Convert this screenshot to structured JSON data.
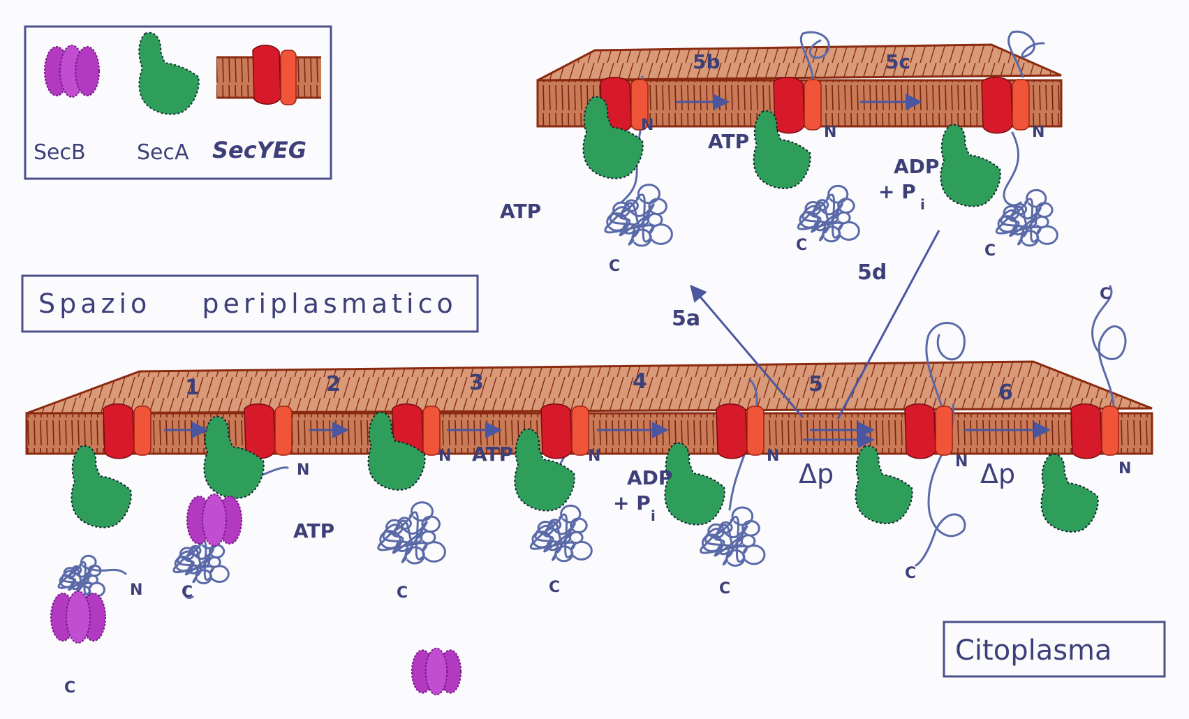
{
  "legend": {
    "secb_label": "SecB",
    "seca_label": "SecA",
    "secyeg_label": "SecYEG"
  },
  "regions": {
    "periplasm_label": "Spazio periplasmatico",
    "cytoplasm_label": "Citoplasma"
  },
  "lower_steps": [
    "1",
    "2",
    "3",
    "4",
    "5",
    "6"
  ],
  "upper_steps": [
    "5b",
    "5c"
  ],
  "pathway_labels": {
    "step_5a": "5a",
    "step_5d": "5d"
  },
  "energy_labels": {
    "atp": "ATP",
    "adp": "ADP",
    "pi": "+ P",
    "pi_sub": "i",
    "proton_motive": "Δp"
  },
  "termini": {
    "n": "N",
    "c": "C"
  },
  "colors": {
    "membrane": "#8a2a10",
    "membrane_fill": "#c06a46",
    "membrane_face": "#d68a66",
    "secyeg_red": "#d61a2a",
    "secyeg_light": "#f0553a",
    "seca_green": "#2f9e5a",
    "secb_magenta": "#b23ac0",
    "chain_blue": "#5a6aa8",
    "ink": "#3d3f78",
    "box_border": "#4a4f8a"
  }
}
